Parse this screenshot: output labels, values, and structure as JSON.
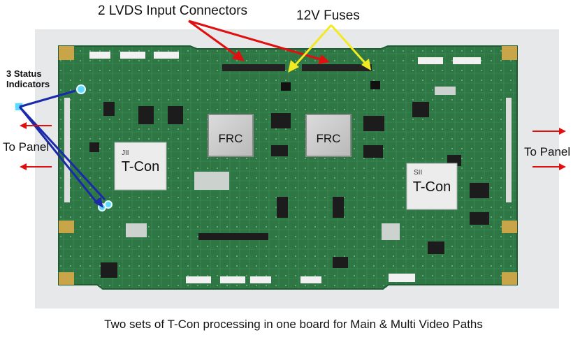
{
  "labels": {
    "lvds": "2 LVDS Input Connectors",
    "fuses": "12V Fuses",
    "status": [
      "3 Status",
      "Indicators"
    ],
    "to_panel_left": "To Panel",
    "to_panel_right": "To Panel"
  },
  "chips": {
    "frc_left": "FRC",
    "frc_right": "FRC",
    "tcon_left": "T-Con",
    "tcon_right": "T-Con",
    "tcon_left_mark": "JII",
    "tcon_right_mark": "SII"
  },
  "caption": "Two sets of T-Con processing in one board for Main & Multi Video Paths",
  "colors": {
    "board": "#2f7a45",
    "arrow_red": "#e01010",
    "arrow_yellow": "#f2ea20",
    "arrow_blue": "#1a2aa8",
    "led": "#5fd8ff"
  }
}
